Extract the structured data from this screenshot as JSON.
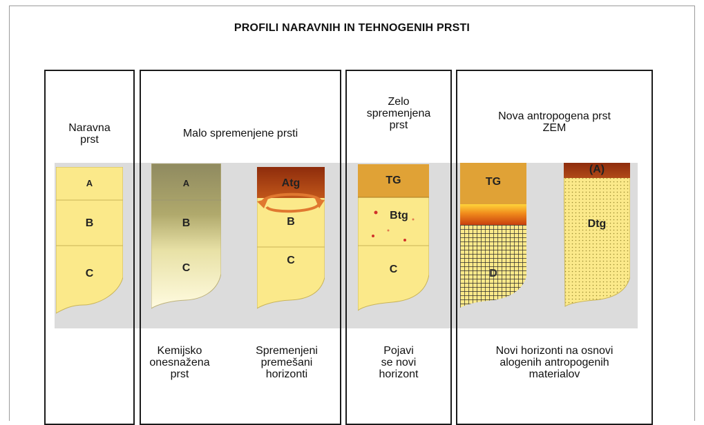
{
  "title": "PROFILI NARAVNIH IN TEHNOGENIH PRSTI",
  "sections": {
    "natural": {
      "heading": [
        "Naravna",
        "prst"
      ]
    },
    "slightly": {
      "heading": [
        "Malo spremenjene prsti"
      ],
      "captions": {
        "left": [
          "Kemijsko",
          "onesnažena",
          "prst"
        ],
        "right": [
          "Spremenjeni",
          "premešani",
          "horizonti"
        ]
      }
    },
    "very": {
      "heading": [
        "Zelo",
        "spremenjena",
        "prst"
      ],
      "caption": [
        "Pojavi",
        "se novi",
        "horizont"
      ]
    },
    "new": {
      "heading": [
        "Nova antropogena prst",
        "ZEM"
      ],
      "caption": [
        "Novi horizonti na osnovi",
        "alogenih antropogenih",
        "materialov"
      ]
    }
  },
  "profiles": {
    "natural": [
      "A",
      "B",
      "C"
    ],
    "polluted": [
      "A",
      "B",
      "C"
    ],
    "mixed": [
      "Atg",
      "B",
      "C"
    ],
    "new_horizon": [
      "TG",
      "Btg",
      "C"
    ],
    "zem_left": [
      "TG",
      "D"
    ],
    "zem_right": [
      "(A)",
      "Dtg"
    ]
  },
  "colors": {
    "soil_yellow": "#fbe98a",
    "soil_dark": "#8f8a60",
    "atg_brown": "#9a3a10",
    "tg_orange": "#e0a236",
    "band_gray": "#dcdcdc",
    "arrow_orange": "#e07830"
  }
}
